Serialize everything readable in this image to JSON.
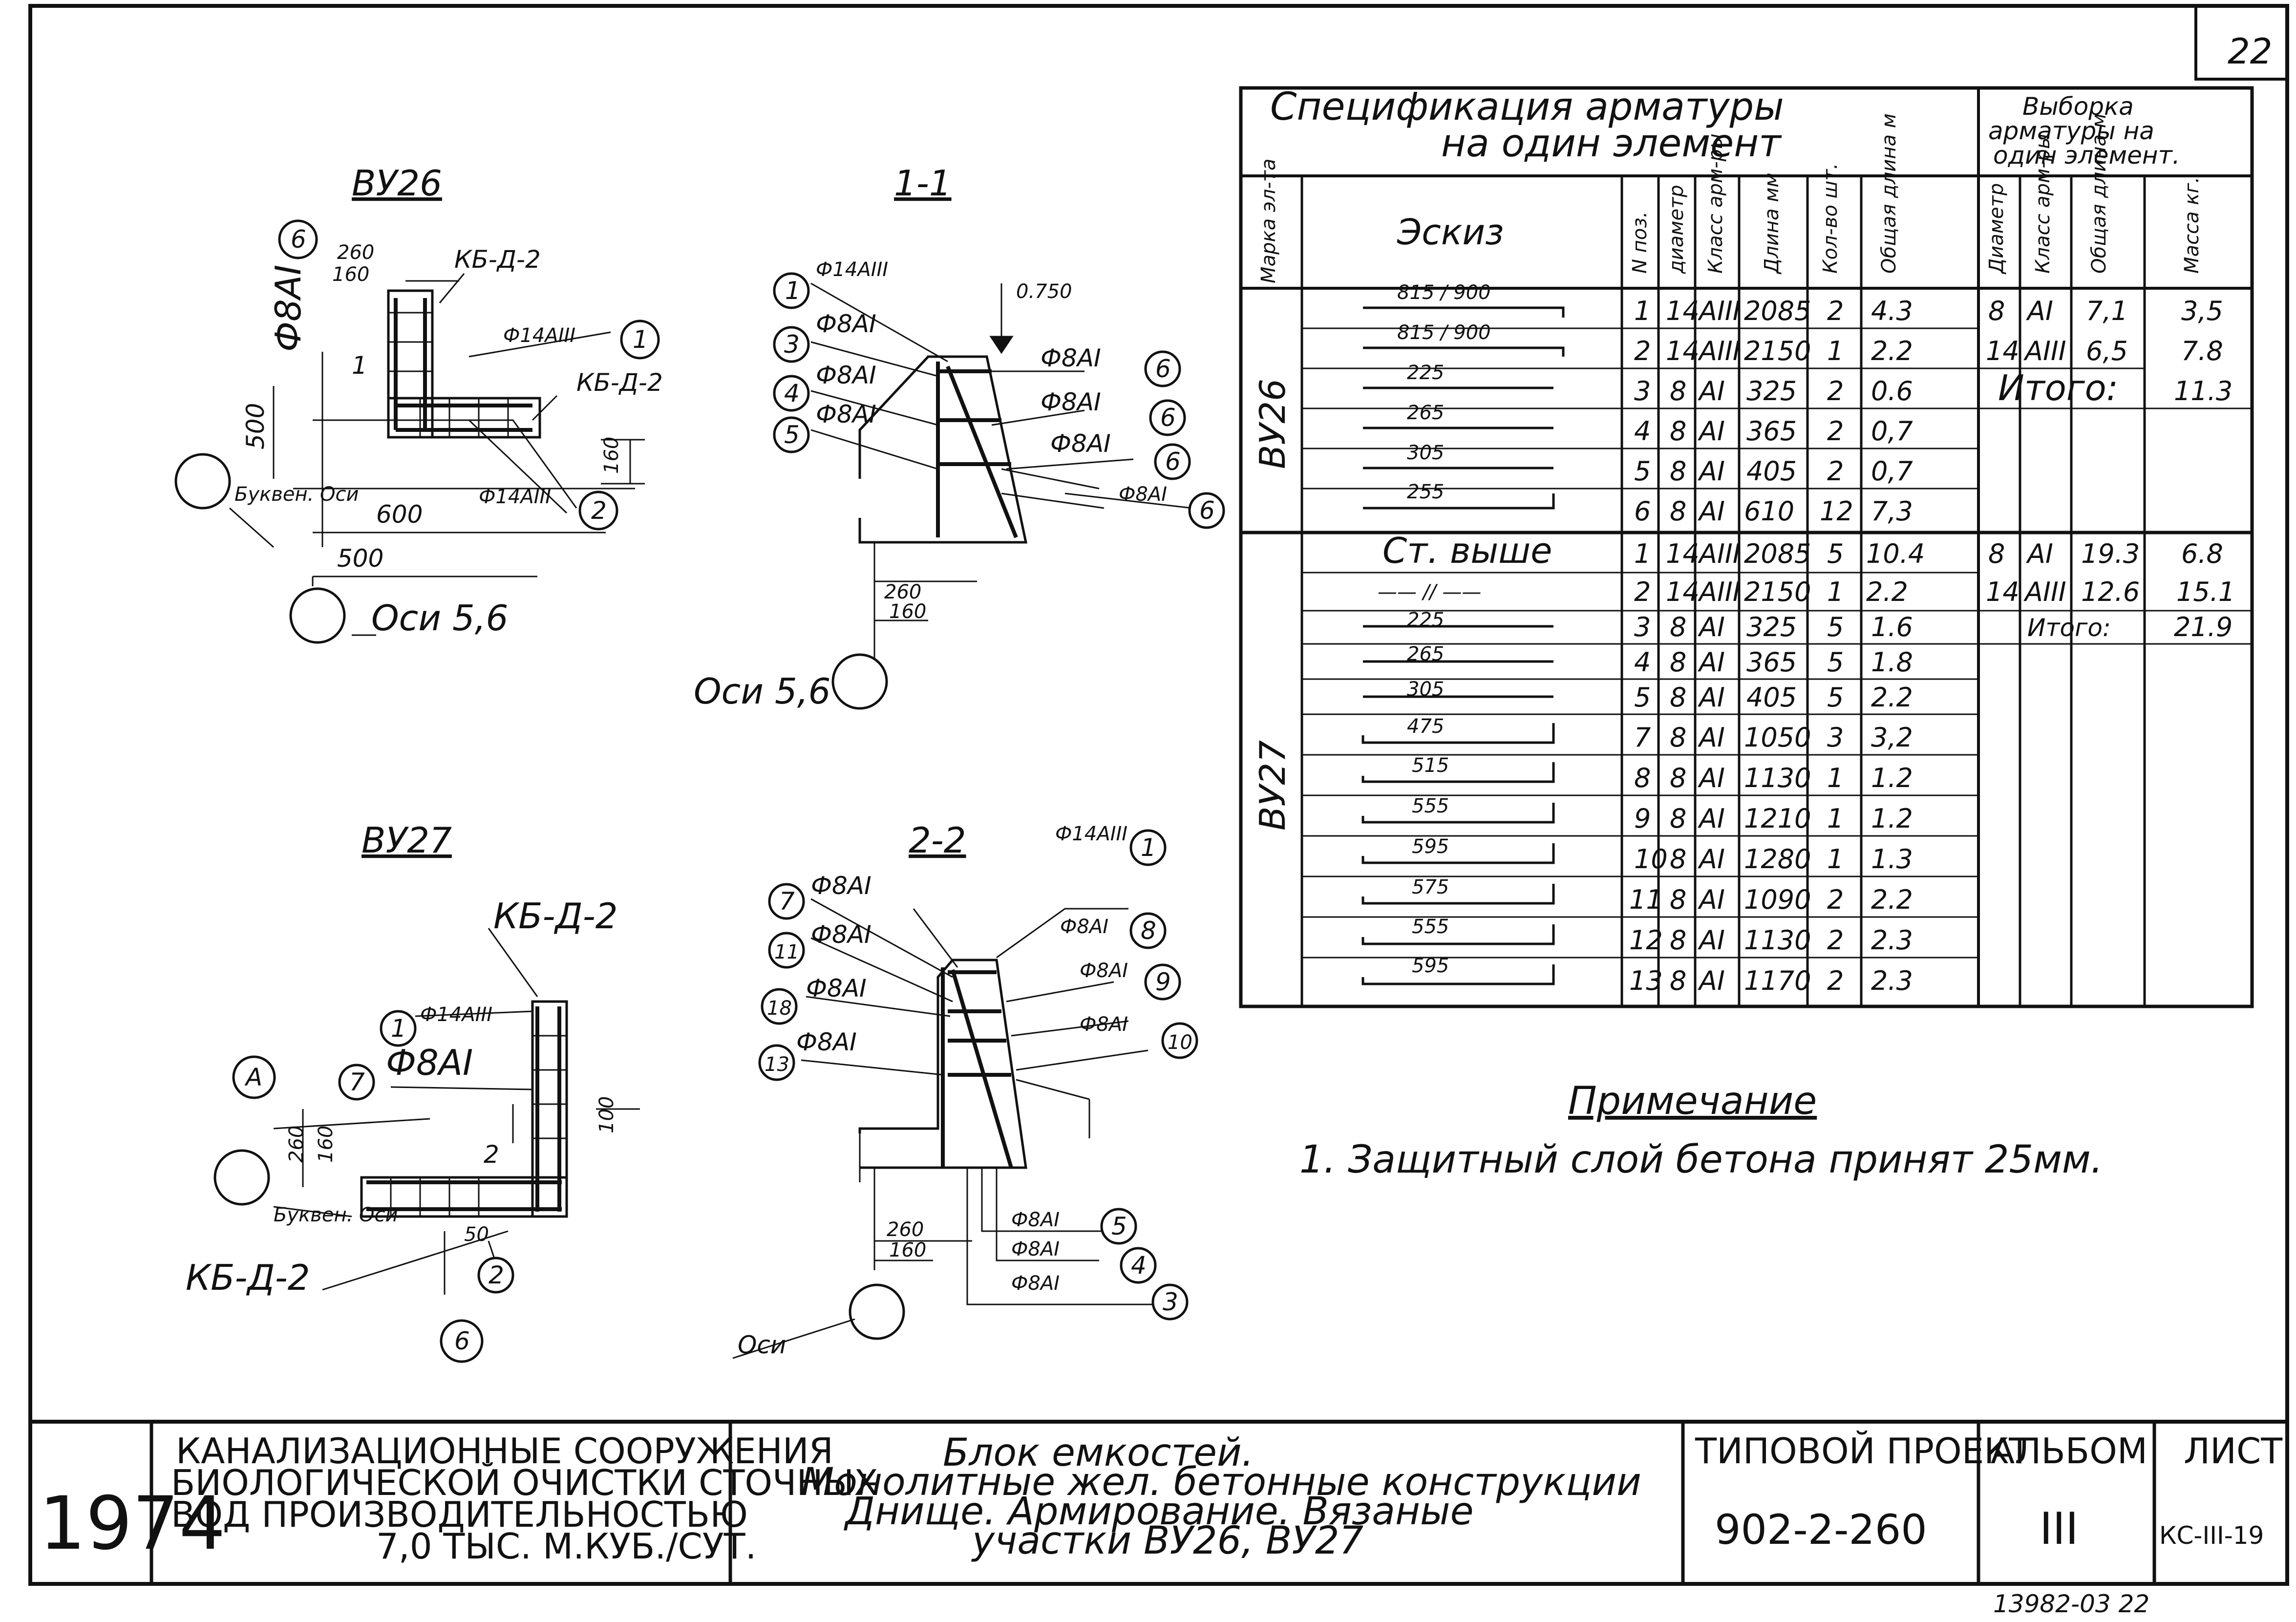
{
  "sheet": {
    "page_number": "22",
    "bottom_code": "13982-03  22"
  },
  "spec": {
    "title_line1": "Спецификация  арматуры",
    "title_line2": "на один элемент",
    "selection_line1": "Выборка",
    "selection_line2": "арматуры на",
    "selection_line3": "один элемент.",
    "headers": {
      "mark": "Марка эл-та",
      "sketch": "Эскиз",
      "pos": "N поз.",
      "diameter": "диаметр",
      "class": "Класс арм-ры",
      "length": "Длина мм",
      "qty": "Кол-во шт.",
      "total": "Общая длина м",
      "sel_diameter": "Диаметр",
      "sel_class": "Класс арм-ры",
      "sel_total": "Общая длина м",
      "mass": "Масса кг."
    },
    "groups": [
      {
        "mark": "ВУ26",
        "rows": [
          {
            "pos": "1",
            "d": "14",
            "cls": "АIII",
            "len": "2085",
            "qty": "2",
            "total": "4.3",
            "sketch": "815 / 900"
          },
          {
            "pos": "2",
            "d": "14",
            "cls": "АIII",
            "len": "2150",
            "qty": "1",
            "total": "2.2",
            "sketch": "815 / 900"
          },
          {
            "pos": "3",
            "d": "8",
            "cls": "АI",
            "len": "325",
            "qty": "2",
            "total": "0.6",
            "sketch": "225"
          },
          {
            "pos": "4",
            "d": "8",
            "cls": "АI",
            "len": "365",
            "qty": "2",
            "total": "0,7",
            "sketch": "265"
          },
          {
            "pos": "5",
            "d": "8",
            "cls": "АI",
            "len": "405",
            "qty": "2",
            "total": "0,7",
            "sketch": "305"
          },
          {
            "pos": "6",
            "d": "8",
            "cls": "АI",
            "len": "610",
            "qty": "12",
            "total": "7,3",
            "sketch": "255"
          }
        ],
        "selection": [
          {
            "d": "8",
            "cls": "АI",
            "total": "7,1",
            "mass": "3,5"
          },
          {
            "d": "14",
            "cls": "АIII",
            "total": "6,5",
            "mass": "7.8"
          }
        ],
        "total_label": "Итого:",
        "total_mass": "11.3"
      },
      {
        "mark": "ВУ27",
        "rows": [
          {
            "pos": "1",
            "d": "14",
            "cls": "АIII",
            "len": "2085",
            "qty": "5",
            "total": "10.4",
            "sketch": "Ст. выше"
          },
          {
            "pos": "2",
            "d": "14",
            "cls": "АIII",
            "len": "2150",
            "qty": "1",
            "total": "2.2",
            "sketch": "—— // ——"
          },
          {
            "pos": "3",
            "d": "8",
            "cls": "АI",
            "len": "325",
            "qty": "5",
            "total": "1.6",
            "sketch": "225"
          },
          {
            "pos": "4",
            "d": "8",
            "cls": "АI",
            "len": "365",
            "qty": "5",
            "total": "1.8",
            "sketch": "265"
          },
          {
            "pos": "5",
            "d": "8",
            "cls": "АI",
            "len": "405",
            "qty": "5",
            "total": "2.2",
            "sketch": "305"
          },
          {
            "pos": "7",
            "d": "8",
            "cls": "АI",
            "len": "1050",
            "qty": "3",
            "total": "3,2",
            "sketch": "475"
          },
          {
            "pos": "8",
            "d": "8",
            "cls": "АI",
            "len": "1130",
            "qty": "1",
            "total": "1.2",
            "sketch": "515"
          },
          {
            "pos": "9",
            "d": "8",
            "cls": "АI",
            "len": "1210",
            "qty": "1",
            "total": "1.2",
            "sketch": "555"
          },
          {
            "pos": "10",
            "d": "8",
            "cls": "АI",
            "len": "1280",
            "qty": "1",
            "total": "1.3",
            "sketch": "595"
          },
          {
            "pos": "11",
            "d": "8",
            "cls": "АI",
            "len": "1090",
            "qty": "2",
            "total": "2.2",
            "sketch": "575"
          },
          {
            "pos": "12",
            "d": "8",
            "cls": "АI",
            "len": "1130",
            "qty": "2",
            "total": "2.3",
            "sketch": "555"
          },
          {
            "pos": "13",
            "d": "8",
            "cls": "АI",
            "len": "1170",
            "qty": "2",
            "total": "2.3",
            "sketch": "595"
          }
        ],
        "selection": [
          {
            "d": "8",
            "cls": "АI",
            "total": "19.3",
            "mass": "6.8"
          },
          {
            "d": "14",
            "cls": "АIII",
            "total": "12.6",
            "mass": "15.1"
          }
        ],
        "total_label": "Итого:",
        "total_mass": "21.9"
      }
    ]
  },
  "note": {
    "heading": "Примечание",
    "text": "1. Защитный слой бетона принят 25мм."
  },
  "drawings": {
    "vu26": {
      "title": "ВУ26",
      "labels": {
        "kb_top": "КБ-Д-2",
        "kb_right": "КБ-Д-2",
        "rebar_main": "Ф14АIII",
        "rebar_bottom": "Ф14АIII",
        "rebar_side": "Ф8АI",
        "dim_260": "260",
        "dim_160": "160",
        "dim_500v": "500",
        "dim_160v": "160",
        "dim_600": "600",
        "dim_500h": "500",
        "axis_letter": "Буквен. Оси",
        "axis_num": "Оси 5,6",
        "section_mark": "1",
        "b1": "1",
        "b2": "2",
        "b6": "6"
      }
    },
    "s11": {
      "title": "1-1",
      "labels": {
        "p1": "Ф14АIII",
        "p3": "Ф8АI",
        "p4": "Ф8АI",
        "p5": "Ф8АI",
        "r1": "Ф8АI",
        "r2": "Ф8АI",
        "r3": "Ф8АI",
        "r4": "Ф8АI",
        "level": "0.750",
        "dim_260": "260",
        "dim_160": "160",
        "axis": "Оси 5,6",
        "b1": "1",
        "b3": "3",
        "b4": "4",
        "b5": "5",
        "b6": "6"
      }
    },
    "vu27": {
      "title": "ВУ27",
      "labels": {
        "kb_top": "КБ-Д-2",
        "rebar1": "Ф14АIII",
        "rebar7": "Ф8АI",
        "dim_260": "260",
        "dim_160": "160",
        "dim_100": "100",
        "dim_50": "50",
        "axis_letter": "Буквен. Оси",
        "kb_bottom": "КБ-Д-2",
        "section_mark": "2",
        "bA": "А",
        "b1": "1",
        "b7": "7",
        "b2": "2",
        "b6": "6"
      }
    },
    "s22": {
      "title": "2-2",
      "labels": {
        "p1": "Ф14АIII",
        "p7": "Ф8АI",
        "p11": "Ф8АI",
        "p18": "Ф8АI",
        "p13": "Ф8АI",
        "r8": "Ф8АI",
        "r9": "Ф8АI",
        "r10": "Ф8АI",
        "q5": "Ф8АI",
        "q4": "Ф8АI",
        "q3": "Ф8АI",
        "dim_260": "260",
        "dim_160": "160",
        "axis": "Оси",
        "b1": "1",
        "b7": "7",
        "b11": "11",
        "b18": "18",
        "b13": "13",
        "b8": "8",
        "b9": "9",
        "b10": "10",
        "b5": "5",
        "b4": "4",
        "b3": "3"
      }
    }
  },
  "title_block": {
    "year": "1974",
    "org_line1": "КАНАЛИЗАЦИОННЫЕ   СООРУЖЕНИЯ",
    "org_line2": "БИОЛОГИЧЕСКОЙ ОЧИСТКИ СТОЧНЫХ",
    "org_line3": "ВОД    ПРОИЗВОДИТЕЛЬНОСТЬЮ",
    "org_line4": "7,0 ТЫС. М.КУБ./СУТ.",
    "desc_line1": "Блок  емкостей.",
    "desc_line2": "Монолитные жел. бетонные конструкции",
    "desc_line3": "Днище. Армирование. Вязаные",
    "desc_line4": "участки ВУ26, ВУ27",
    "project_label": "ТИПОВОЙ ПРОЕКТ",
    "project_number": "902-2-260",
    "album_label": "АЛЬБОМ",
    "album_number": "III",
    "sheet_label": "ЛИСТ",
    "sheet_number": "КС-III-19"
  }
}
